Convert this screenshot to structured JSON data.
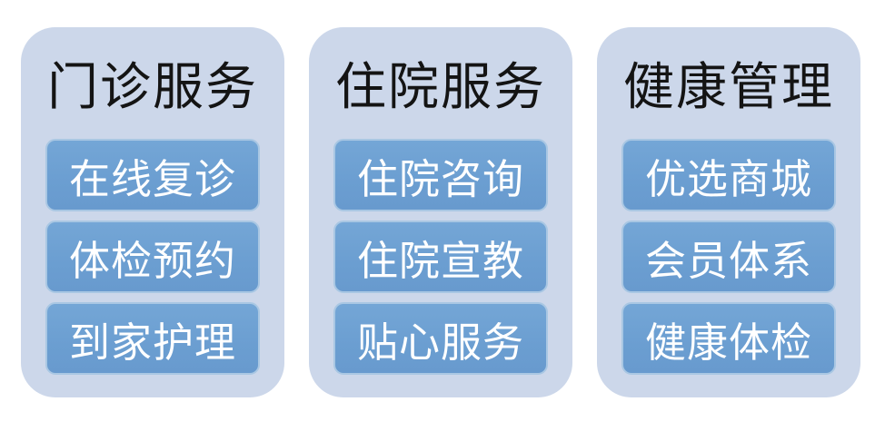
{
  "colors": {
    "page_background": "#ffffff",
    "panel_background": "#ccd7ea",
    "button_background": "#6da0d2",
    "button_border": "#a9c7e3",
    "title_text": "#141414",
    "button_text": "#ffffff"
  },
  "panels": [
    {
      "title": "门诊服务",
      "items": [
        "在线复诊",
        "体检预约",
        "到家护理"
      ]
    },
    {
      "title": "住院服务",
      "items": [
        "住院咨询",
        "住院宣教",
        "贴心服务"
      ]
    },
    {
      "title": "健康管理",
      "items": [
        "优选商城",
        "会员体系",
        "健康体检"
      ]
    }
  ]
}
